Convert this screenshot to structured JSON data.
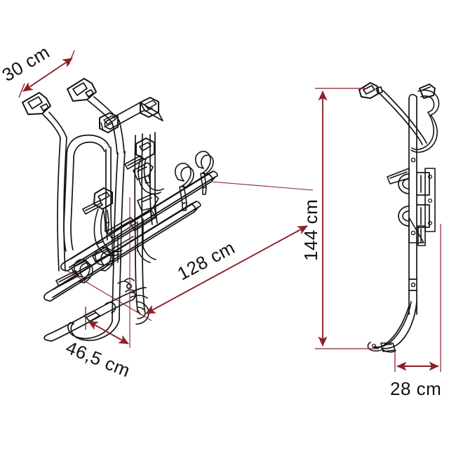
{
  "drawing": {
    "title": "Bike carrier technical dimension drawing",
    "background_color": "#ffffff",
    "line_color": "#141414",
    "dimension_color": "#8B2028",
    "text_color": "#111111",
    "units": "cm"
  },
  "views": [
    {
      "id": "isometric-view",
      "name": "Isometric view of bike carrier",
      "position": "left"
    },
    {
      "id": "side-view",
      "name": "Side elevation view of bike carrier",
      "position": "right"
    }
  ],
  "dimensions": {
    "top_left": {
      "label": "30 cm",
      "value": 30,
      "unit": "cm",
      "view": "isometric-view",
      "orientation": "diagonal",
      "rotation_deg": -31
    },
    "diagonal_main": {
      "label": "128 cm",
      "value": 128,
      "unit": "cm",
      "view": "isometric-view",
      "orientation": "diagonal",
      "rotation_deg": -27
    },
    "bottom_left": {
      "label": "46,5 cm",
      "value": 46.5,
      "unit": "cm",
      "view": "isometric-view",
      "orientation": "diagonal",
      "rotation_deg": 22
    },
    "height": {
      "label": "144 cm",
      "value": 144,
      "unit": "cm",
      "view": "side-view",
      "orientation": "vertical",
      "rotation_deg": -90
    },
    "depth": {
      "label": "28 cm",
      "value": 28,
      "unit": "cm",
      "view": "side-view",
      "orientation": "horizontal",
      "rotation_deg": 0
    }
  }
}
